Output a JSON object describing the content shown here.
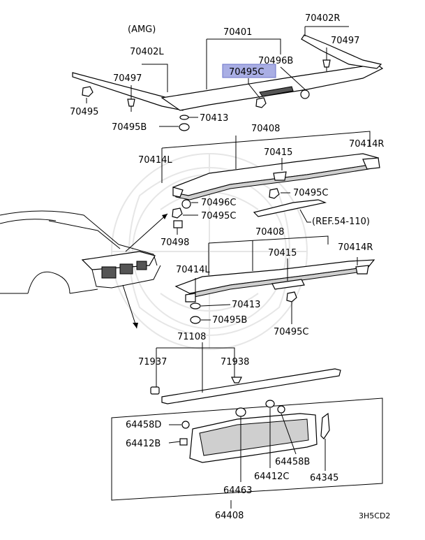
{
  "diagram": {
    "amg_label": "(AMG)",
    "ref_label": "(REF.54-110)",
    "code": "3H5CD2",
    "highlighted_part": "70495C",
    "highlight_color": "#a9aee4",
    "labels": {
      "p70402R": "70402R",
      "p70401": "70401",
      "p70497a": "70497",
      "p70402L": "70402L",
      "p70496B": "70496B",
      "p70495C_hl": "70495C",
      "p70497b": "70497",
      "p70495": "70495",
      "p70413a": "70413",
      "p70495B_a": "70495B",
      "p70408a": "70408",
      "p70415a": "70415",
      "p70414R_a": "70414R",
      "p70414L_a": "70414L",
      "p70495C_a": "70495C",
      "p70496C": "70496C",
      "p70495C_b": "70495C",
      "p70498": "70498",
      "p70408b": "70408",
      "p70415b": "70415",
      "p70414R_b": "70414R",
      "p70414L_b": "70414L",
      "p70413b": "70413",
      "p70495B_b": "70495B",
      "p70495C_c": "70495C",
      "p71108": "71108",
      "p71937": "71937",
      "p71938": "71938",
      "p64458D": "64458D",
      "p64412B": "64412B",
      "p64458B": "64458B",
      "p64412C": "64412C",
      "p64345": "64345",
      "p64463": "64463",
      "p64408": "64408"
    }
  }
}
